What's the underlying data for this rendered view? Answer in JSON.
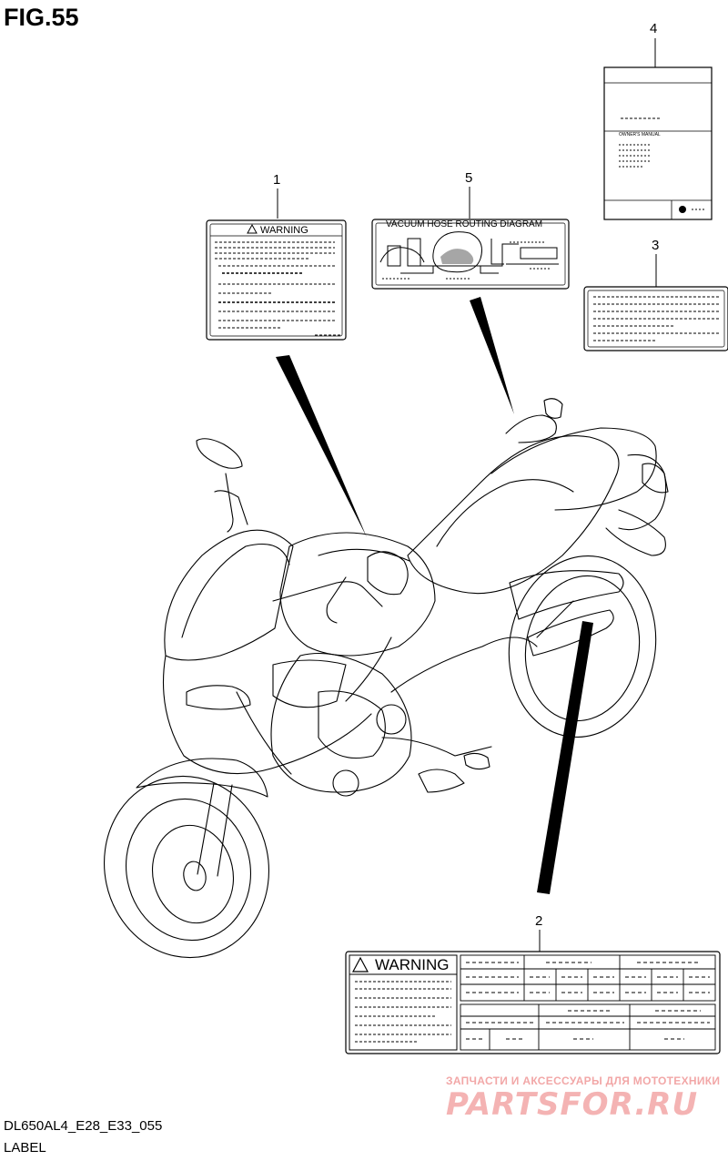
{
  "figure": {
    "title": "FIG.55",
    "code": "DL650AL4_E28_E33_055",
    "caption": "LABEL"
  },
  "callouts": [
    {
      "id": "1",
      "label": "1"
    },
    {
      "id": "2",
      "label": "2"
    },
    {
      "id": "3",
      "label": "3"
    },
    {
      "id": "4",
      "label": "4"
    },
    {
      "id": "5",
      "label": "5"
    }
  ],
  "labels": {
    "warning_label_1": {
      "heading": "WARNING"
    },
    "warning_label_2": {
      "heading": "WARNING"
    },
    "vacuum_hose_label": {
      "heading": "VACUUM HOSE ROUTING DIAGRAM"
    },
    "owners_manual": {
      "heading": "OWNER'S MANUAL"
    }
  },
  "watermark": {
    "line1": "ЗАПЧАСТИ И АКСЕССУАРЫ ДЛЯ МОТОТЕХНИКИ",
    "line2": "PARTSFOR.RU"
  },
  "colors": {
    "ink": "#000000",
    "watermark": "#f2a7a7"
  }
}
